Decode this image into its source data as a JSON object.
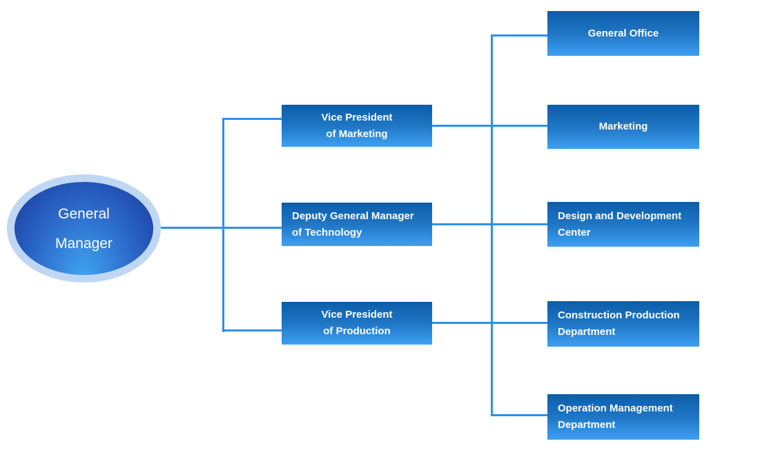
{
  "diagram": {
    "type": "org-chart",
    "background": "#FFFFFF",
    "connector_color": "#2E90E9",
    "node_gradient_top": "#0C5DA8",
    "node_gradient_bottom": "#3EA0F3",
    "root_ring_color": "#BFD7F2",
    "root_gradient_inner_bottom": "#3FA2F0",
    "root_gradient_outer_top": "#17389E",
    "text_color": "#FFFFFF"
  },
  "nodes": {
    "root": {
      "line1": "General",
      "line2": "Manager"
    },
    "vp_marketing": {
      "line1": "Vice President",
      "line2": "of Marketing"
    },
    "deputy_gm": {
      "line1": "Deputy General Manager",
      "line2": "of Technology"
    },
    "vp_production": {
      "line1": "Vice President",
      "line2": "of Production"
    },
    "general_office": {
      "line1": "General Office"
    },
    "marketing": {
      "line1": "Marketing"
    },
    "design_center": {
      "line1": "Design and Development",
      "line2": "Center"
    },
    "construction": {
      "line1": "Construction Production",
      "line2": "Department"
    },
    "operation": {
      "line1": "Operation Management",
      "line2": "Department"
    }
  },
  "edges": [
    {
      "from": "General Manager",
      "to": "Vice President of Marketing"
    },
    {
      "from": "General Manager",
      "to": "Deputy General Manager of Technology"
    },
    {
      "from": "General Manager",
      "to": "Vice President of Production"
    },
    {
      "from": "Vice President of Marketing",
      "to": "General Office"
    },
    {
      "from": "Vice President of Marketing",
      "to": "Marketing"
    },
    {
      "from": "Deputy General Manager of Technology",
      "to": "Design and Development Center"
    },
    {
      "from": "Vice President of Production",
      "to": "Construction Production Department"
    },
    {
      "from": "Vice President of Production",
      "to": "Operation Management Department"
    }
  ]
}
